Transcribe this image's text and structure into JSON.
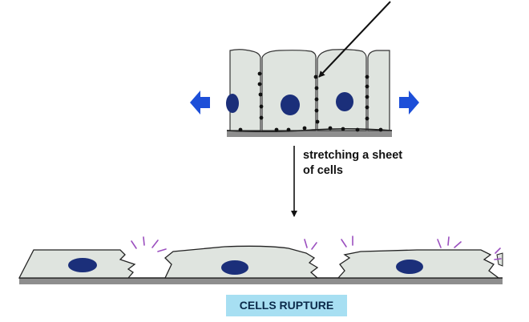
{
  "caption": {
    "line1": "stretching a sheet",
    "line2": "of cells"
  },
  "result_label": "CELLS RUPTURE",
  "colors": {
    "cell_fill": "#dfe4df",
    "nucleus": "#1b2f7a",
    "substrate": "#8e8e8e",
    "stretch_arrows": "#1d4fd8",
    "rupture_marks": "#9b4fbf",
    "label_background": "#a7dff2"
  },
  "icons": {
    "stretch_left": "arrow-left-icon",
    "stretch_right": "arrow-right-icon",
    "process_arrow": "arrow-down-icon",
    "pointer_arrow": "pointer-arrow-icon"
  }
}
